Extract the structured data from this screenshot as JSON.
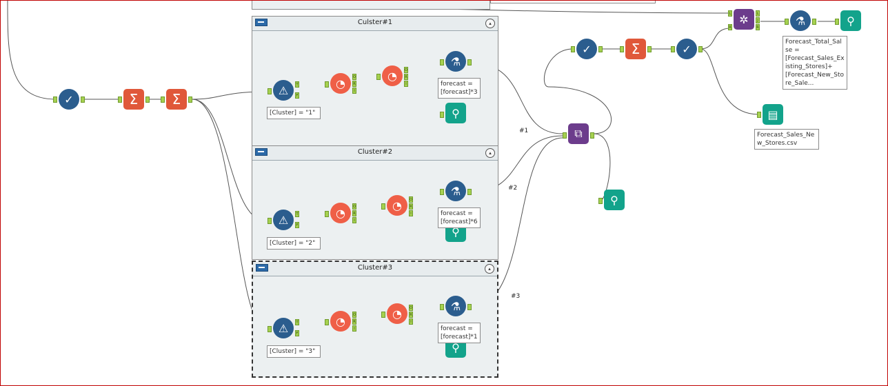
{
  "containers": {
    "c1": {
      "title": "Culster#1",
      "collapse": "▴"
    },
    "c2": {
      "title": "Cluster#2",
      "collapse": "▴"
    },
    "c3": {
      "title": "Cluster#3",
      "collapse": "▴"
    }
  },
  "annotations": {
    "filter1": "[Cluster] = \"1\"",
    "filter2": "[Cluster] = \"2\"",
    "filter3": "[Cluster] = \"3\"",
    "formula1_line1": "forecast =",
    "formula1_line2": "[forecast]*3",
    "formula2_line1": "forecast =",
    "formula2_line2": "[forecast]*6",
    "formula3_line1": "forecast =",
    "formula3_line2": "[forecast]*1",
    "forecast_total": [
      "Forecast_Total_Sal",
      "se =",
      "[Forecast_Sales_Ex",
      "isting_Stores]+",
      "[Forecast_New_Sto",
      "re_Sale..."
    ],
    "output_csv": [
      "Forecast_Sales_Ne",
      "w_Stores.csv"
    ]
  },
  "wire_labels": {
    "w1": "#1",
    "w2": "#2",
    "w3": "#3"
  },
  "anchors": {
    "T": "T",
    "F": "F",
    "O": "O",
    "R": "R",
    "I": "I",
    "L": "L",
    "J": "J",
    "D": "D"
  },
  "icons": {
    "select": "✓",
    "summarize": "Σ",
    "filter": "⚠",
    "score": "◔",
    "formula": "⚗",
    "browse": "⚲",
    "union": "⧉",
    "join": "✲",
    "output": "▤"
  },
  "colors": {
    "tool_blue": "#2b5d8e",
    "tool_orange": "#e0583a",
    "tool_purple": "#6c3c8c",
    "tool_teal": "#13a38b",
    "anchor_green": "#a6d150",
    "container_bg": "#ecf0f1"
  }
}
